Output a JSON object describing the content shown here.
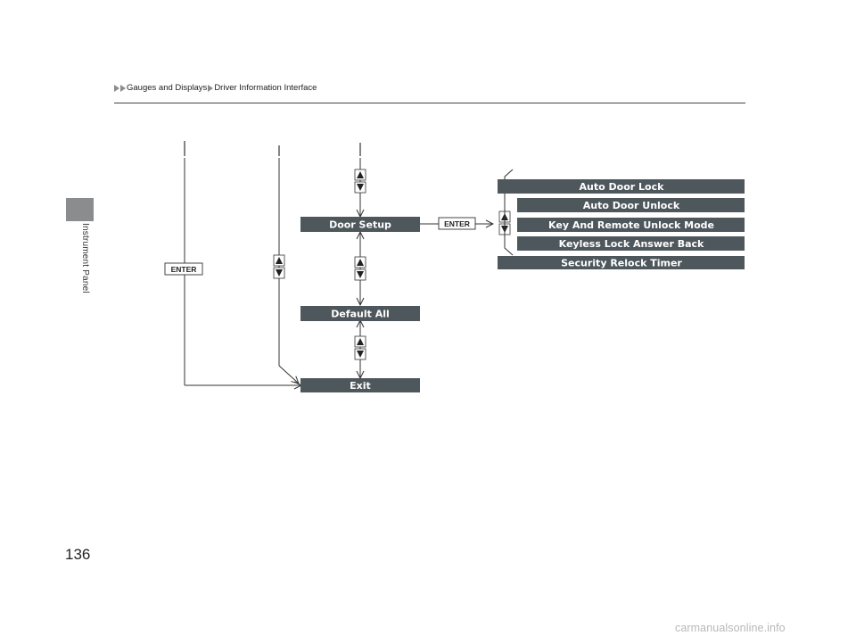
{
  "breadcrumb": {
    "items": [
      "Gauges and Displays",
      "Driver Information Interface"
    ]
  },
  "side_label": "Instrument Panel",
  "page_number": "136",
  "watermark": "carmanualsonline.info",
  "diagram": {
    "enter_label": "ENTER",
    "main_menu": {
      "door_setup": "Door Setup",
      "default_all": "Default All",
      "exit": "Exit"
    },
    "door_setup_items": [
      "Auto Door Lock",
      "Auto Door Unlock",
      "Key And Remote Unlock Mode",
      "Keyless Lock Answer Back",
      "Security Relock Timer"
    ]
  },
  "colors": {
    "menu_box": "#4e575c",
    "side_tab": "#8a8c8e",
    "line": "#333333"
  }
}
